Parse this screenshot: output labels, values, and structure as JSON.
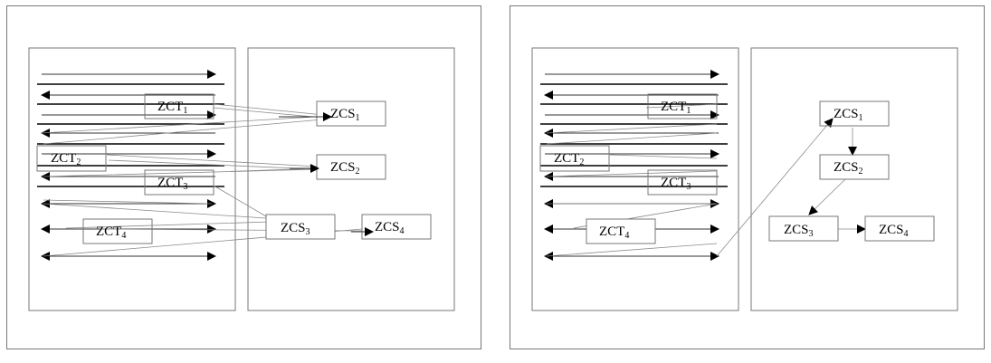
{
  "diagrams": [
    {
      "id": "left",
      "nodes": {
        "zct1": {
          "base": "ZCT",
          "sub": "1"
        },
        "zct2": {
          "base": "ZCT",
          "sub": "2"
        },
        "zct3": {
          "base": "ZCT",
          "sub": "3"
        },
        "zct4": {
          "base": "ZCT",
          "sub": "4"
        },
        "zcs1": {
          "base": "ZCS",
          "sub": "1"
        },
        "zcs2": {
          "base": "ZCS",
          "sub": "2"
        },
        "zcs3": {
          "base": "ZCS",
          "sub": "3"
        },
        "zcs4": {
          "base": "ZCS",
          "sub": "4"
        }
      }
    },
    {
      "id": "right",
      "nodes": {
        "zct1": {
          "base": "ZCT",
          "sub": "1"
        },
        "zct2": {
          "base": "ZCT",
          "sub": "2"
        },
        "zct3": {
          "base": "ZCT",
          "sub": "3"
        },
        "zct4": {
          "base": "ZCT",
          "sub": "4"
        },
        "zcs1": {
          "base": "ZCS",
          "sub": "1"
        },
        "zcs2": {
          "base": "ZCS",
          "sub": "2"
        },
        "zcs3": {
          "base": "ZCS",
          "sub": "3"
        },
        "zcs4": {
          "base": "ZCS",
          "sub": "4"
        }
      }
    }
  ]
}
